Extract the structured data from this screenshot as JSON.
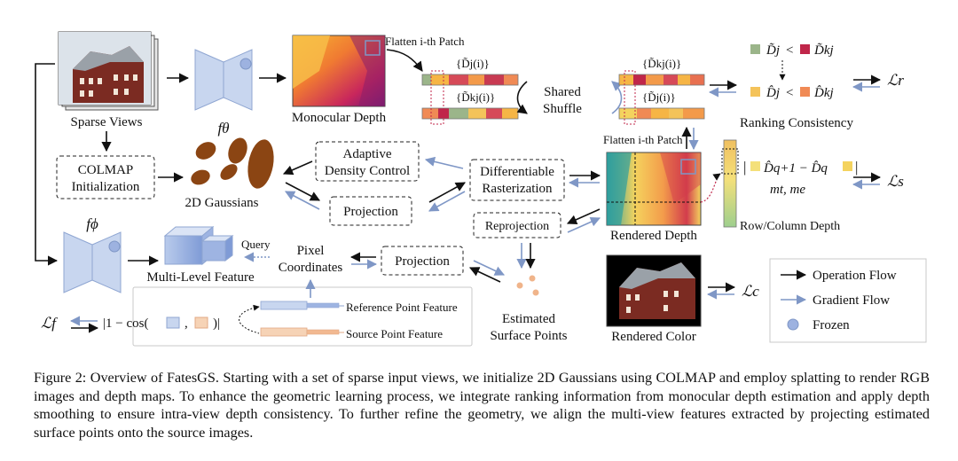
{
  "labels": {
    "sparse_views": "Sparse Views",
    "f_theta": "fθ",
    "monocular_depth": "Monocular Depth",
    "flatten_top": "Flatten i-th Patch",
    "flatten_mid": "Flatten i-th Patch",
    "d_top_top": "{D̃j(i)}",
    "d_top_bot": "{D̃kj(i)}",
    "d_right_top": "{D̃kj(i)}",
    "d_right_bot": "{D̃j(i)}",
    "shared_shuffle_1": "Shared",
    "shared_shuffle_2": "Shuffle",
    "rank_row1_a": "D̃j",
    "rank_row1_b": "D̃kj",
    "rank_row2_a": "D̂j",
    "rank_row2_b": "D̂kj",
    "less_than": "<",
    "loss_r": "ℒr",
    "ranking_consistency": "Ranking Consistency",
    "colmap_1": "COLMAP",
    "colmap_2": "Initialization",
    "gaussians": "2D Gaussians",
    "adc_1": "Adaptive",
    "adc_2": "Density Control",
    "projection_1": "Projection",
    "rasterization_1": "Differentiable",
    "rasterization_2": "Rasterization",
    "reprojection": "Reprojection",
    "rendered_depth": "Rendered Depth",
    "depth_formula_1": "D̂q+1 − D̂q",
    "depth_formula_2": "mt, me",
    "loss_s": "ℒs",
    "row_col_depth": "Row/Column Depth",
    "f_phi": "fϕ",
    "multi_level_feature": "Multi-Level Feature",
    "query": "Query",
    "pixel_coords_1": "Pixel",
    "pixel_coords_2": "Coordinates",
    "projection_2": "Projection",
    "reference_point_feature": "Reference Point Feature",
    "source_point_feature": "Source Point Feature",
    "estimated_1": "Estimated",
    "estimated_2": "Surface Points",
    "loss_f": "ℒf",
    "cos_formula_a": "|1 − cos(",
    "cos_formula_comma": ",",
    "cos_formula_b": ")|",
    "rendered_color": "Rendered Color",
    "loss_c": "ℒc"
  },
  "legend": {
    "operation_flow": "Operation Flow",
    "gradient_flow": "Gradient Flow",
    "frozen": "Frozen"
  },
  "colors": {
    "operation": "#111111",
    "gradient": "#7f97c6",
    "network": "#c8d6ef",
    "gaussian": "#8b4513",
    "rank_green": "#9bb58a",
    "rank_red": "#c0264a",
    "rank_yellow": "#f4c35a",
    "rank_orange": "#f08a55"
  },
  "caption": {
    "text": "Figure 2: Overview of FatesGS. Starting with a set of sparse input views, we initialize 2D Gaussians using COLMAP and employ splatting to render RGB images and depth maps. To enhance the geometric learning process, we integrate ranking information from monocular depth estimation and apply depth smoothing to ensure intra-view depth consistency. To further refine the geometry, we align the multi-view features extracted by projecting estimated surface points onto the source images."
  }
}
